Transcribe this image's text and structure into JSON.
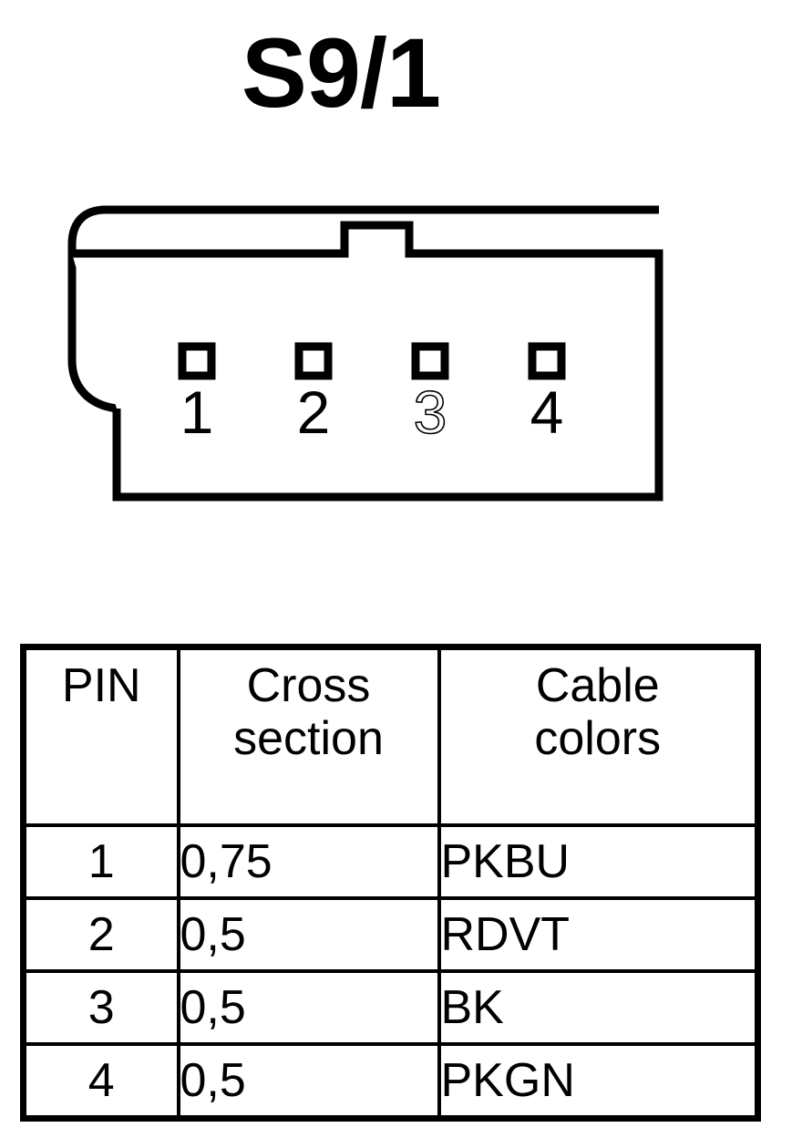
{
  "title": "S9/1",
  "connector": {
    "label": "connector-housing-4-pin",
    "pins": [
      {
        "number": "1",
        "style": "solid"
      },
      {
        "number": "2",
        "style": "solid"
      },
      {
        "number": "3",
        "style": "outline"
      },
      {
        "number": "4",
        "style": "solid"
      }
    ],
    "outline_color": "#000000",
    "fill_color": "#ffffff"
  },
  "table": {
    "headers": {
      "pin": [
        "PIN"
      ],
      "cross_section": [
        "Cross",
        "section"
      ],
      "cable_colors": [
        "Cable",
        "colors"
      ]
    },
    "rows": [
      {
        "pin": "1",
        "cross_section": "0,75",
        "cable_colors": "PKBU"
      },
      {
        "pin": "2",
        "cross_section": "0,5",
        "cable_colors": "RDVT"
      },
      {
        "pin": "3",
        "cross_section": "0,5",
        "cable_colors": "BK"
      },
      {
        "pin": "4",
        "cross_section": "0,5",
        "cable_colors": "PKGN"
      }
    ]
  }
}
